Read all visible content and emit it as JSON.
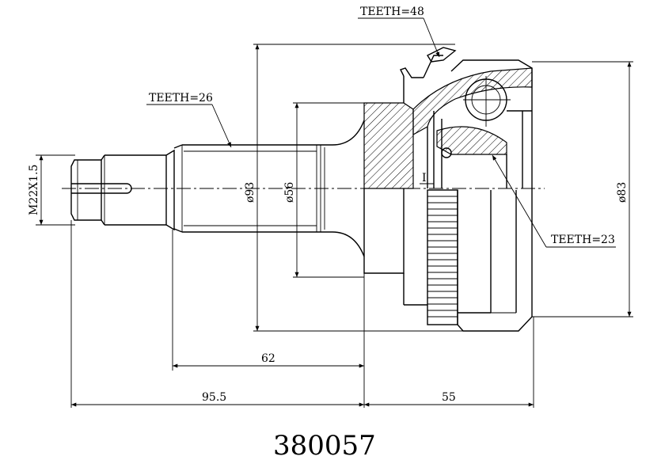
{
  "labels": {
    "teeth_outer": "TEETH=48",
    "teeth_shaft": "TEETH=26",
    "teeth_inner": "TEETH=23",
    "thread": "M22X1.5",
    "dia_93": "ø93",
    "dia_56": "ø56",
    "dia_83": "ø83",
    "dim_62": "62",
    "dim_95_5": "95.5",
    "dim_55": "55",
    "section_mark": "I"
  },
  "part_number": "380057"
}
